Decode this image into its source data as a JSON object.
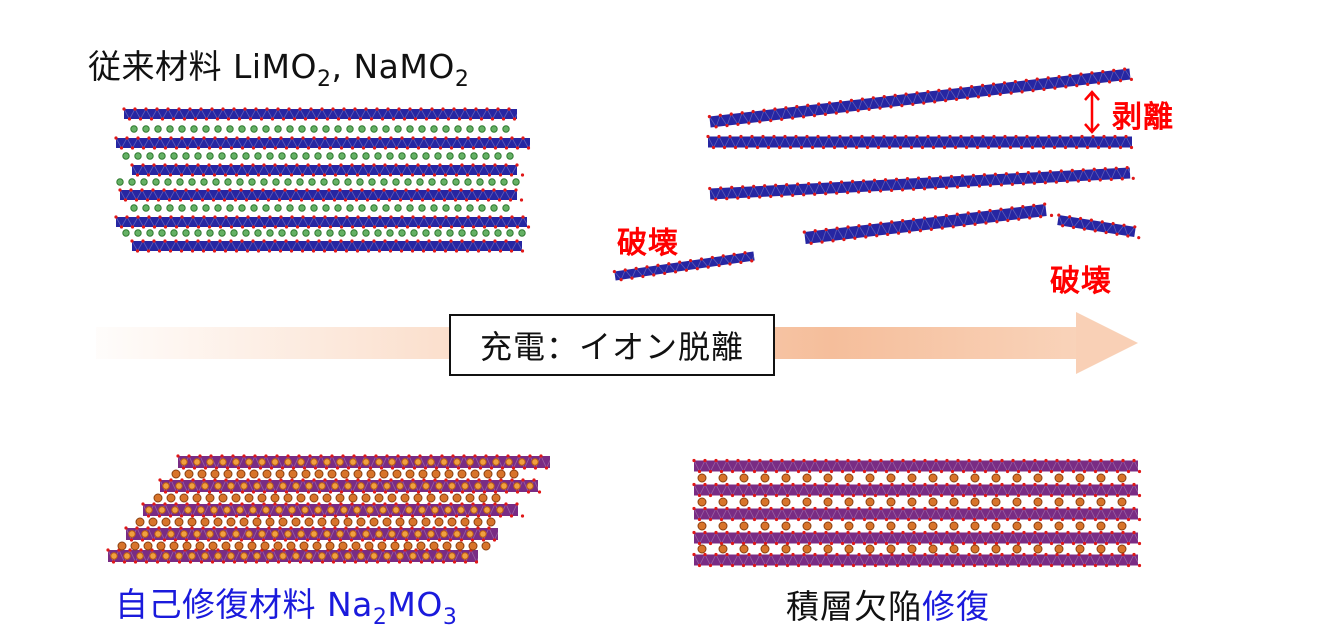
{
  "top_left": {
    "title_prefix": "従来材料 ",
    "formula_1": {
      "base": "LiMO",
      "sub": "2"
    },
    "separator": ", ",
    "formula_2": {
      "base": "NaMO",
      "sub": "2"
    }
  },
  "top_right": {
    "exfoliation_label": "剥離",
    "destruction_label_left": "破壊",
    "destruction_label_right": "破壊"
  },
  "process_arrow": {
    "label": "充電：イオン脱離"
  },
  "bottom_left": {
    "title_prefix": "自己修復材料 ",
    "formula": {
      "part1": "Na",
      "sub1": "2",
      "part2": "MO",
      "sub2": "3"
    }
  },
  "bottom_right": {
    "label_black": "積層欠陥",
    "label_blue": "修復"
  },
  "colors": {
    "layer_blue": "#14149a",
    "oxygen_red": "#e01818",
    "lithium_green": "#4aa34a",
    "layer_purple": "#6e1a7a",
    "sodium_orange": "#d8742a",
    "label_red": "#ff0000",
    "label_blue": "#1a1adc",
    "arrow_peach": "#f5be9b"
  }
}
